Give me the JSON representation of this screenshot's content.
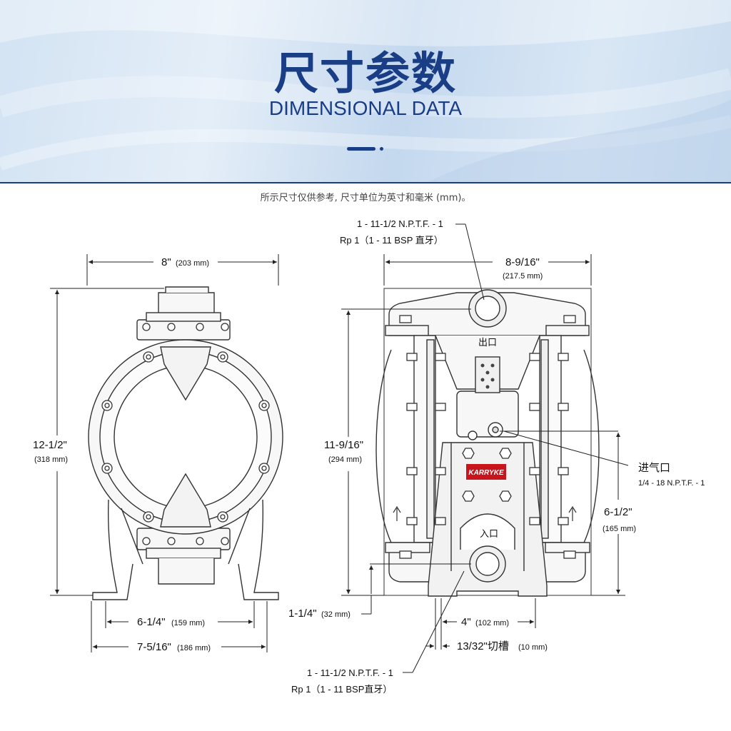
{
  "header": {
    "title_cn": "尺寸参数",
    "title_en": "DIMENSIONAL DATA"
  },
  "note": "所示尺寸仅供参考, 尺寸单位为英寸和毫米 (mm)。",
  "left_view": {
    "width": "8\"",
    "width_mm": "(203 mm)",
    "height": "12-1/2\"",
    "height_mm": "(318 mm)",
    "base_inner": "6-1/4\"",
    "base_inner_mm": "(159 mm)",
    "base_outer": "7-5/16\"",
    "base_outer_mm": "(186 mm)"
  },
  "right_view": {
    "outlet_thread_1": "1 - 11-1/2 N.P.T.F. - 1",
    "outlet_thread_2": "Rp 1（1 - 11 BSP 直牙）",
    "width": "8-9/16\"",
    "width_mm": "(217.5 mm)",
    "height": "11-9/16\"",
    "height_mm": "(294 mm)",
    "outlet_label": "出口",
    "inlet_label": "入口",
    "air_label": "进气口",
    "air_thread": "1/4 - 18 N.P.T.F. - 1",
    "air_height": "6-1/2\"",
    "air_height_mm": "(165 mm)",
    "inlet_height": "1-1/4\"",
    "inlet_height_mm": "(32 mm)",
    "foot_spacing": "4\"",
    "foot_spacing_mm": "(102 mm)",
    "slot": "13/32\"切槽",
    "slot_mm": "(10 mm)",
    "inlet_thread_1": "1 - 11-1/2 N.P.T.F. - 1",
    "inlet_thread_2": "Rp 1（1 - 11  BSP直牙）",
    "brand": "KARRYKE"
  }
}
